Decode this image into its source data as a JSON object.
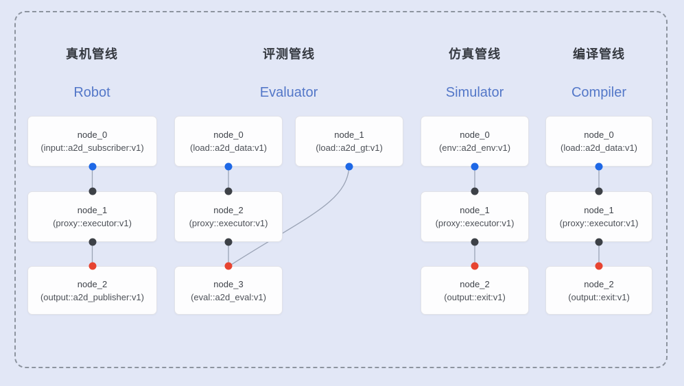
{
  "frame": {
    "background_color": "#e2e7f6",
    "dashed_border_color": "#8d949f"
  },
  "colors": {
    "header_cn": "#34383f",
    "header_en": "#5377c8",
    "node_title": "#3e4249",
    "node_subtitle": "#4c5057",
    "wire": "#9aa3b5",
    "dot_blue": "#1e68e6",
    "dot_dark": "#3d4147",
    "dot_red": "#e74431",
    "box_bg": "#fdfdfe",
    "box_border": "#e1e2e8"
  },
  "pipelines": [
    {
      "title_cn": "真机管线",
      "title_en": "Robot",
      "nodes": [
        {
          "title": "node_0",
          "subtitle": "(input::a2d_subscriber:v1)"
        },
        {
          "title": "node_1",
          "subtitle": "(proxy::executor:v1)"
        },
        {
          "title": "node_2",
          "subtitle": "(output::a2d_publisher:v1)"
        }
      ]
    },
    {
      "title_cn": "评测管线",
      "title_en": "Evaluator",
      "nodes": [
        {
          "title": "node_0",
          "subtitle": "(load::a2d_data:v1)"
        },
        {
          "title": "node_1",
          "subtitle": "(load::a2d_gt:v1)"
        },
        {
          "title": "node_2",
          "subtitle": "(proxy::executor:v1)"
        },
        {
          "title": "node_3",
          "subtitle": "(eval::a2d_eval:v1)"
        }
      ]
    },
    {
      "title_cn": "仿真管线",
      "title_en": "Simulator",
      "nodes": [
        {
          "title": "node_0",
          "subtitle": "(env::a2d_env:v1)"
        },
        {
          "title": "node_1",
          "subtitle": "(proxy::executor:v1)"
        },
        {
          "title": "node_2",
          "subtitle": "(output::exit:v1)"
        }
      ]
    },
    {
      "title_cn": "编译管线",
      "title_en": "Compiler",
      "nodes": [
        {
          "title": "node_0",
          "subtitle": "(load::a2d_data:v1)"
        },
        {
          "title": "node_1",
          "subtitle": "(proxy::executor:v1)"
        },
        {
          "title": "node_2",
          "subtitle": "(output::exit:v1)"
        }
      ]
    }
  ],
  "connections": [
    {
      "from": "robot.node_0",
      "to": "robot.node_1"
    },
    {
      "from": "robot.node_1",
      "to": "robot.node_2"
    },
    {
      "from": "evaluator.node_0",
      "to": "evaluator.node_2"
    },
    {
      "from": "evaluator.node_1",
      "to": "evaluator.node_3"
    },
    {
      "from": "evaluator.node_2",
      "to": "evaluator.node_3"
    },
    {
      "from": "simulator.node_0",
      "to": "simulator.node_1"
    },
    {
      "from": "simulator.node_1",
      "to": "simulator.node_2"
    },
    {
      "from": "compiler.node_0",
      "to": "compiler.node_1"
    },
    {
      "from": "compiler.node_1",
      "to": "compiler.node_2"
    }
  ]
}
